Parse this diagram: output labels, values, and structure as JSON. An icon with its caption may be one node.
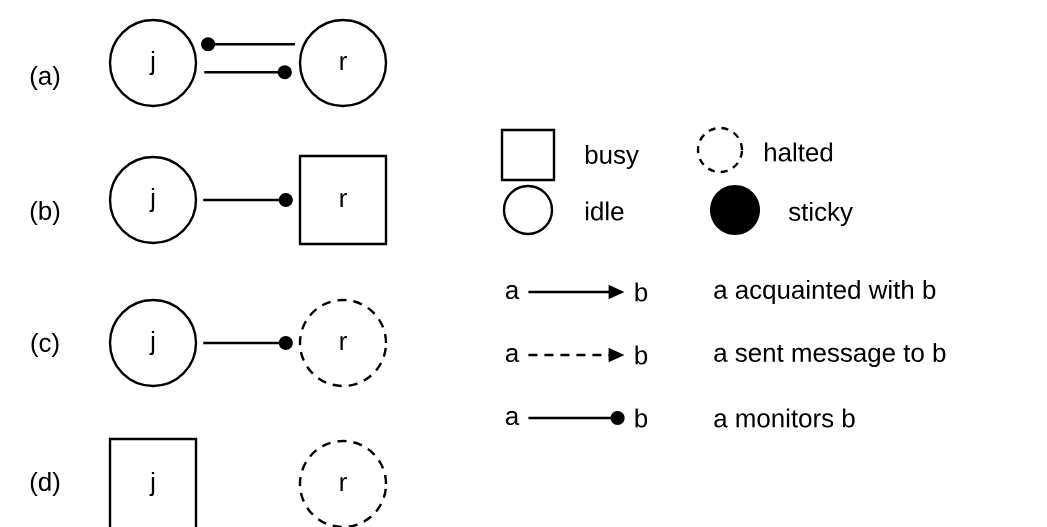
{
  "diagram": {
    "nodes": [
      {
        "text": [
          "j"
        ]
      },
      {
        "text": [
          "r"
        ]
      },
      {
        "text": [
          "j"
        ]
      },
      {
        "text": [
          "r"
        ]
      },
      {
        "text": [
          "j"
        ]
      },
      {
        "text": [
          "r"
        ]
      },
      {
        "text": [
          "j"
        ]
      },
      {
        "text": [
          "r"
        ]
      },
      {
        "text": [
          "a"
        ]
      },
      {
        "text": [
          "b"
        ]
      },
      {
        "text": [
          "a"
        ]
      },
      {
        "text": [
          "b"
        ]
      },
      {
        "text": [
          "a"
        ]
      },
      {
        "text": [
          "b"
        ]
      }
    ],
    "edges": [
      {
        "from": 1,
        "to": 0,
        "arrow": "other"
      },
      {
        "from": 0,
        "to": 1,
        "arrow": "other"
      },
      {
        "from": 2,
        "to": 3,
        "arrow": "other"
      },
      {
        "from": 4,
        "to": 5,
        "arrow": "other"
      },
      {
        "from": 8,
        "to": 9,
        "arrow": "to"
      },
      {
        "from": 10,
        "to": 11,
        "arrow": "to",
        "style": "dashed"
      },
      {
        "from": 12,
        "to": 13,
        "arrow": "other"
      }
    ],
    "labels": [
      "(a)",
      "(b)",
      "(c)",
      "(d)"
    ],
    "legend": [
      {
        "text": "busy"
      },
      {
        "text": "halted"
      },
      {
        "text": "idle"
      },
      {
        "text": "sticky"
      },
      {
        "text": "a acquainted with b"
      },
      {
        "text": "a sent message to b"
      },
      {
        "text": "a monitors b"
      }
    ]
  }
}
